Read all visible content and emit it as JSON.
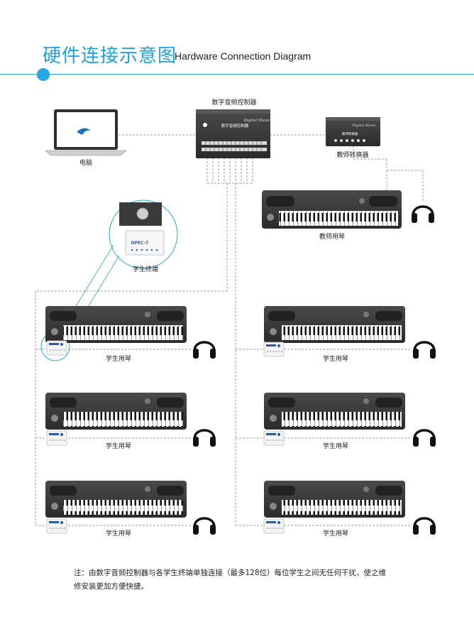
{
  "header": {
    "title_cn": "硬件连接示意图",
    "title_en": "Hardware Connection Diagram"
  },
  "devices": {
    "controller_label": "数字音频控制器",
    "controller_panel_text": "数字音频控制器",
    "controller_script": "Digital Music",
    "computer_label": "电脑",
    "switcher_label": "教师转换器",
    "switcher_panel_text": "教师转换器",
    "switcher_script": "Digital Music",
    "teacher_piano_label": "教师用琴",
    "student_terminal_label": "学生终端",
    "terminal_model": "DPEC-7",
    "student_piano_label": "学生用琴"
  },
  "note": {
    "line1": "注：由数字音频控制器与各学生终端单独连接（最多128位）每位学生之间无任何干扰，使之维",
    "line2": "修安装更加方便快捷。"
  },
  "colors": {
    "accent": "#27a8e0",
    "device_body": "#3a3a3a",
    "line": "#999999"
  }
}
